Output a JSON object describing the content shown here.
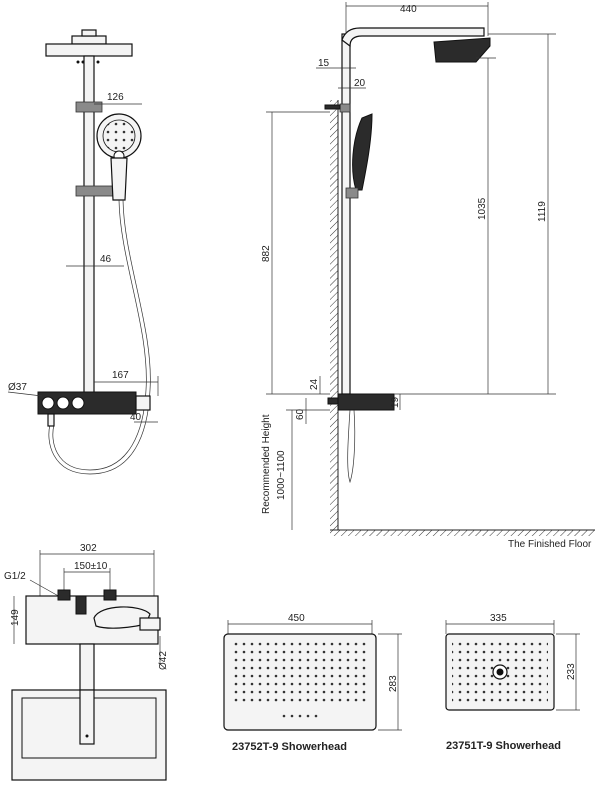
{
  "front_view": {
    "dims": [
      "126",
      "46",
      "167",
      "40",
      "Ø37"
    ]
  },
  "side_view": {
    "dims": [
      "440",
      "15",
      "20",
      "882",
      "1035",
      "1119",
      "24",
      "60",
      "19"
    ],
    "recommended_height_label": "Recommended Height",
    "recommended_height_value": "1000~1100",
    "floor_label": "The Finished Floor"
  },
  "top_view": {
    "dims": [
      "302",
      "150±10",
      "G1/2",
      "149",
      "Ø42"
    ]
  },
  "showerhead_large": {
    "width": "450",
    "height": "283",
    "caption": "23752T-9 Showerhead"
  },
  "showerhead_small": {
    "width": "335",
    "height": "233",
    "caption": "23751T-9 Showerhead"
  }
}
